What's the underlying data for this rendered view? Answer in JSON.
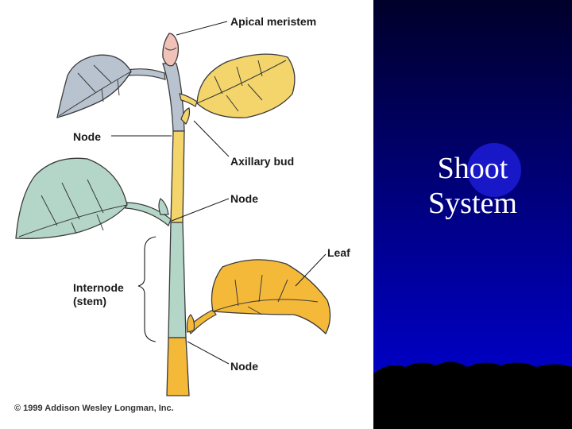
{
  "diagram": {
    "labels": {
      "apical_meristem": "Apical meristem",
      "node_top": "Node",
      "axillary_bud": "Axillary bud",
      "node_middle": "Node",
      "leaf": "Leaf",
      "internode_line1": "Internode",
      "internode_line2": "(stem)",
      "node_bottom": "Node"
    },
    "copyright": "© 1999 Addison Wesley Longman, Inc."
  },
  "slide": {
    "title_line1": "Shoot",
    "title_line2": "System"
  },
  "colors": {
    "right_background": "#0000a0",
    "title_text": "#ffffff",
    "leaf_gray": "#b9c3cf",
    "leaf_yellow": "#f3d56b",
    "leaf_green": "#b4d6c8",
    "leaf_orange": "#f5b93a",
    "bud_pink": "#f0c2b8"
  }
}
